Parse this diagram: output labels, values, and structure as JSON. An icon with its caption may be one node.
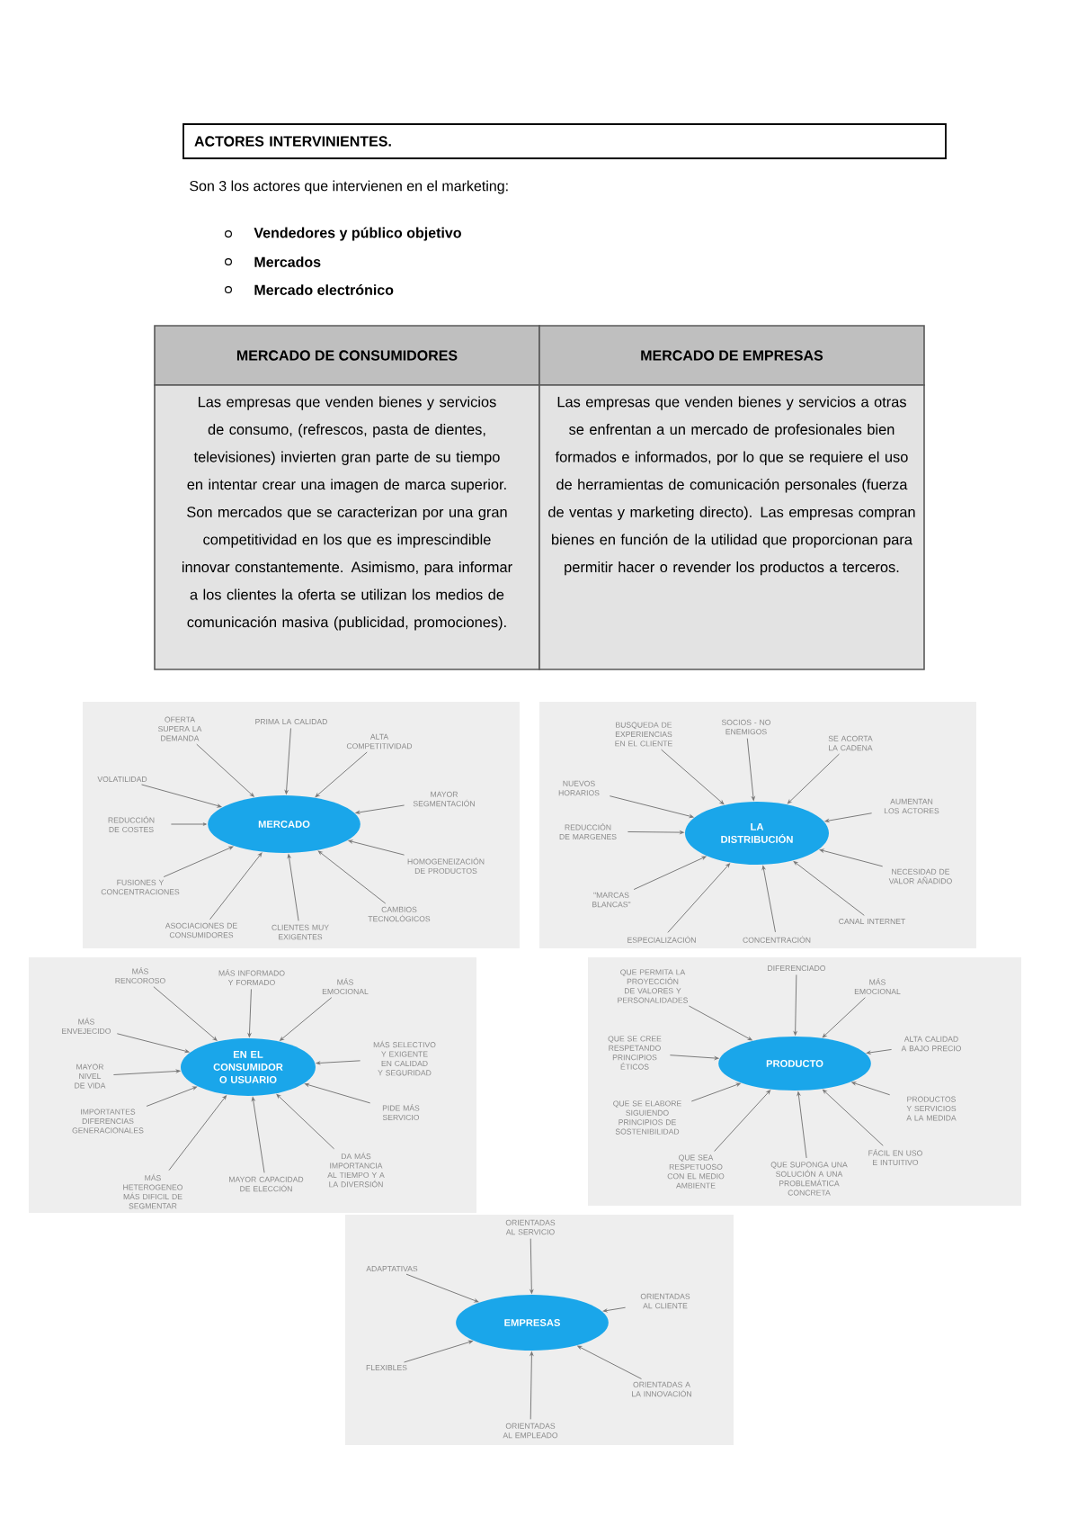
{
  "diagram": {
    "nodes": [
      {
        "text": [
          "ACTORES INTERVINIENTES."
        ]
      },
      {
        "text": [
          "MERCADO"
        ]
      },
      {
        "text": [
          "OFERTA SUPERA LA DEMANDA"
        ]
      },
      {
        "text": [
          "PRIMA LA CALIDAD"
        ]
      },
      {
        "text": [
          "ALTA COMPETITIVIDAD"
        ]
      },
      {
        "text": [
          "MAYOR SEGMENTACIÓN"
        ]
      },
      {
        "text": [
          "HOMOGENEIZACIÓN DE PRODUCTOS"
        ]
      },
      {
        "text": [
          "CAMBIOS TECNOLÓGICOS"
        ]
      },
      {
        "text": [
          "CLIENTES MUY EXIGENTES"
        ]
      },
      {
        "text": [
          "ASOCIACIONES DE CONSUMIDORES"
        ]
      },
      {
        "text": [
          "FUSIONES Y CONCENTRACIONES"
        ]
      },
      {
        "text": [
          "REDUCCIÓN DE COSTES"
        ]
      },
      {
        "text": [
          "VOLATILIDAD"
        ]
      },
      {
        "text": [
          "LA DISTRIBUCIÓN"
        ]
      },
      {
        "text": [
          "BUSQUEDA DE EXPERIENCIAS EN EL CLIENTE"
        ]
      },
      {
        "text": [
          "SOCIOS - NO ENEMIGOS"
        ]
      },
      {
        "text": [
          "SE ACORTA LA CADENA"
        ]
      },
      {
        "text": [
          "AUMENTAN LOS ACTORES"
        ]
      },
      {
        "text": [
          "NECESIDAD DE VALOR AÑADIDO"
        ]
      },
      {
        "text": [
          "CANAL INTERNET"
        ]
      },
      {
        "text": [
          "CONCENTRACIÓN"
        ]
      },
      {
        "text": [
          "ESPECIALIZACIÓN"
        ]
      },
      {
        "text": [
          "\"MARCAS BLANCAS\""
        ]
      },
      {
        "text": [
          "REDUCCIÓN DE MARGENES"
        ]
      },
      {
        "text": [
          "NUEVOS HORARIOS"
        ]
      },
      {
        "text": [
          "EN EL CONSUMIDOR O USUARIO"
        ]
      },
      {
        "text": [
          "MÁS RENCOROSO"
        ]
      },
      {
        "text": [
          "MÁS INFORMADO Y FORMADO"
        ]
      },
      {
        "text": [
          "MÁS EMOCIONAL"
        ]
      },
      {
        "text": [
          "MÁS SELECTIVO Y EXIGENTE EN CALIDAD Y SEGURIDAD"
        ]
      },
      {
        "text": [
          "PIDE MÁS SERVICIO"
        ]
      },
      {
        "text": [
          "DA MÁS IMPORTANCIA AL TIEMPO Y A LA DIVERSIÓN"
        ]
      },
      {
        "text": [
          "MAYOR CAPACIDAD DE ELECCIÓN"
        ]
      },
      {
        "text": [
          "MÁS HETEROGENEO MÁS DIFICIL DE SEGMENTAR"
        ]
      },
      {
        "text": [
          "IMPORTANTES DIFERENCIAS GENERACIONALES"
        ]
      },
      {
        "text": [
          "MAYOR NIVEL DE VIDA"
        ]
      },
      {
        "text": [
          "MÁS ENVEJECIDO"
        ]
      },
      {
        "text": [
          "PRODUCTO"
        ]
      },
      {
        "text": [
          "QUE PERMITA LA PROYECCIÓN DE VALORES Y PERSONALIDADES"
        ]
      },
      {
        "text": [
          "DIFERENCIADO"
        ]
      },
      {
        "text": [
          "MÁS EMOCIONAL"
        ]
      },
      {
        "text": [
          "ALTA CALIDAD A BAJO PRECIO"
        ]
      },
      {
        "text": [
          "PRODUCTOS Y SERVICIOS A LA MEDIDA"
        ]
      },
      {
        "text": [
          "FÁCIL EN USO E INTUITIVO"
        ]
      },
      {
        "text": [
          "QUE SUPONGA UNA SOLUCIÓN A UNA PROBLEMÁTICA CONCRETA"
        ]
      },
      {
        "text": [
          "QUE SEA RESPETUOSO CON EL MEDIO AMBIENTE"
        ]
      },
      {
        "text": [
          "QUE SE ELABORE SIGUIENDO PRINCIPIOS DE SOSTENIBILIDAD"
        ]
      },
      {
        "text": [
          "QUE SE CREE RESPETANDO PRINCIPIOS ÉTICOS"
        ]
      },
      {
        "text": [
          "EMPRESAS"
        ]
      },
      {
        "text": [
          "ORIENTADAS AL SERVICIO"
        ]
      },
      {
        "text": [
          "ADAPTATIVAS"
        ]
      },
      {
        "text": [
          "ORIENTADAS AL CLIENTE"
        ]
      },
      {
        "text": [
          "FLEXIBLES"
        ]
      },
      {
        "text": [
          "ORIENTADAS A LA INNOVACIÓN"
        ]
      },
      {
        "text": [
          "ORIENTADAS AL EMPLEADO"
        ]
      }
    ],
    "edges": [
      {
        "from": 2,
        "to": 1,
        "arrow": "to"
      },
      {
        "from": 3,
        "to": 1,
        "arrow": "to"
      },
      {
        "from": 4,
        "to": 1,
        "arrow": "to"
      },
      {
        "from": 5,
        "to": 1,
        "arrow": "to"
      },
      {
        "from": 6,
        "to": 1,
        "arrow": "to"
      },
      {
        "from": 7,
        "to": 1,
        "arrow": "to"
      },
      {
        "from": 8,
        "to": 1,
        "arrow": "to"
      },
      {
        "from": 9,
        "to": 1,
        "arrow": "to"
      },
      {
        "from": 10,
        "to": 1,
        "arrow": "to"
      },
      {
        "from": 11,
        "to": 1,
        "arrow": "to"
      },
      {
        "from": 12,
        "to": 1,
        "arrow": "to"
      },
      {
        "from": 14,
        "to": 13,
        "arrow": "to"
      },
      {
        "from": 15,
        "to": 13,
        "arrow": "to"
      },
      {
        "from": 16,
        "to": 13,
        "arrow": "to"
      },
      {
        "from": 17,
        "to": 13,
        "arrow": "to"
      },
      {
        "from": 18,
        "to": 13,
        "arrow": "to"
      },
      {
        "from": 19,
        "to": 13,
        "arrow": "to"
      },
      {
        "from": 20,
        "to": 13,
        "arrow": "to"
      },
      {
        "from": 21,
        "to": 13,
        "arrow": "to"
      },
      {
        "from": 22,
        "to": 13,
        "arrow": "to"
      },
      {
        "from": 23,
        "to": 13,
        "arrow": "to"
      },
      {
        "from": 24,
        "to": 13,
        "arrow": "to"
      },
      {
        "from": 26,
        "to": 25,
        "arrow": "to"
      },
      {
        "from": 27,
        "to": 25,
        "arrow": "to"
      },
      {
        "from": 28,
        "to": 25,
        "arrow": "to"
      },
      {
        "from": 29,
        "to": 25,
        "arrow": "to"
      },
      {
        "from": 30,
        "to": 25,
        "arrow": "to"
      },
      {
        "from": 31,
        "to": 25,
        "arrow": "to"
      },
      {
        "from": 32,
        "to": 25,
        "arrow": "to"
      },
      {
        "from": 33,
        "to": 25,
        "arrow": "to"
      },
      {
        "from": 34,
        "to": 25,
        "arrow": "to"
      },
      {
        "from": 35,
        "to": 25,
        "arrow": "to"
      },
      {
        "from": 36,
        "to": 25,
        "arrow": "to"
      },
      {
        "from": 38,
        "to": 37,
        "arrow": "to"
      },
      {
        "from": 39,
        "to": 37,
        "arrow": "to"
      },
      {
        "from": 40,
        "to": 37,
        "arrow": "to"
      },
      {
        "from": 41,
        "to": 37,
        "arrow": "to"
      },
      {
        "from": 42,
        "to": 37,
        "arrow": "to"
      },
      {
        "from": 43,
        "to": 37,
        "arrow": "to"
      },
      {
        "from": 44,
        "to": 37,
        "arrow": "to"
      },
      {
        "from": 45,
        "to": 37,
        "arrow": "to"
      },
      {
        "from": 46,
        "to": 37,
        "arrow": "to"
      },
      {
        "from": 47,
        "to": 37,
        "arrow": "to"
      },
      {
        "from": 49,
        "to": 48,
        "arrow": "to"
      },
      {
        "from": 50,
        "to": 48,
        "arrow": "to"
      },
      {
        "from": 51,
        "to": 48,
        "arrow": "to"
      },
      {
        "from": 52,
        "to": 48,
        "arrow": "to"
      },
      {
        "from": 53,
        "to": 48,
        "arrow": "to"
      },
      {
        "from": 54,
        "to": 48,
        "arrow": "to"
      }
    ],
    "labels": [
      "Son 3 los actores que intervienen en el marketing:",
      "Vendedores y público objetivo",
      "Mercados",
      "Mercado electrónico",
      "MERCADO DE CONSUMIDORES",
      "MERCADO DE EMPRESAS",
      "Las empresas que venden bienes y servicios de consumo, (refrescos, pasta de dientes, televisiones) invierten gran parte de su tiempo en intentar crear una imagen de marca superior. Son mercados que se caracterizan por una gran competitividad en los que es imprescindible innovar constantemente. Asimismo, para informar a los clientes la oferta se utilizan los medios de comunicación masiva (publicidad, promociones).",
      "Las empresas que venden bienes y servicios a otras se enfrentan a un mercado de profesionales bien formados e informados, por lo que se requiere el uso de herramientas de comunicación personales (fuerza de ventas y marketing directo). Las empresas compran bienes en función de la utilidad que proporcionan para permitir hacer o revender los productos a terceros."
    ]
  }
}
